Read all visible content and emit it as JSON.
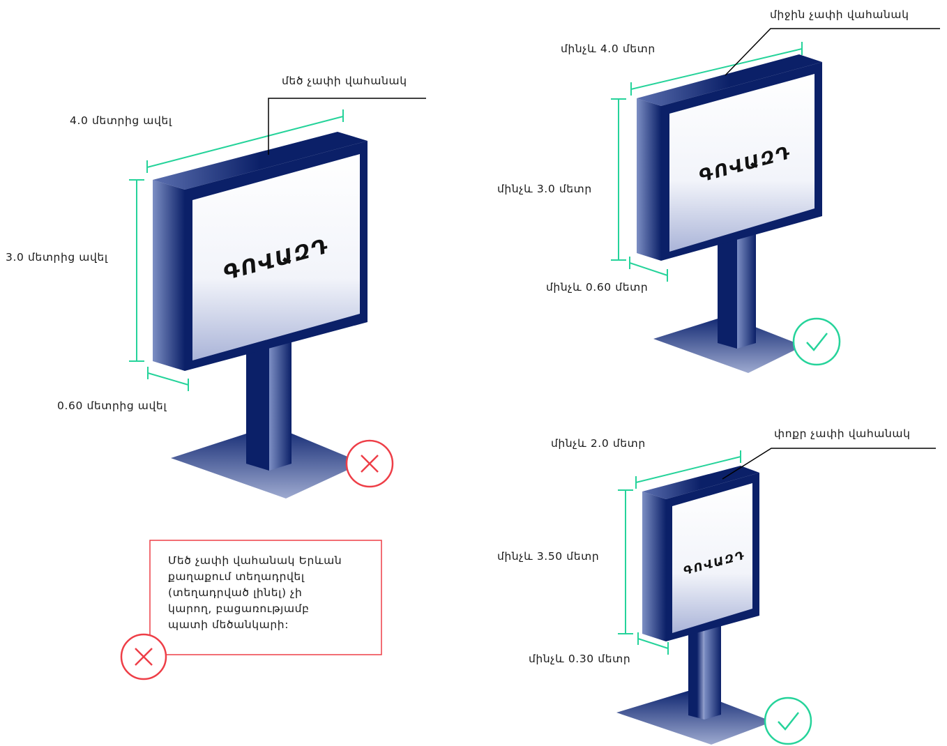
{
  "colors": {
    "sign_dark": "#0b2068",
    "sign_light": "#7d8fc4",
    "dimension_line": "#25d39a",
    "allowed": "#25d39a",
    "forbidden": "#ee3e47",
    "pointer_line": "#000000"
  },
  "large_sign": {
    "name": "մեծ չափի վահանակ",
    "width": "4.0 մետրից ավել",
    "height": "3.0 մետրից ավել",
    "depth": "0.60 մետրից ավել",
    "screen_text": "ԳՈՎԱԶԴ",
    "status_icon": "cross-icon"
  },
  "medium_sign": {
    "name": "միջին չափի վահանակ",
    "width": "մինչև 4.0 մետր",
    "height": "մինչև 3.0 մետր",
    "depth": "մինչև 0.60 մետր",
    "screen_text": "ԳՈՎԱԶԴ",
    "status_icon": "check-icon"
  },
  "small_sign": {
    "name": "փոքր չափի վահանակ",
    "width": "մինչև 2.0 մետր",
    "height": "մինչև 3.50 մետր",
    "depth": "մինչև 0.30 մետր",
    "screen_text": "ԳՈՎԱԶԴ",
    "status_icon": "check-icon"
  },
  "note": {
    "lines": [
      "Մեծ չափի վահանակ Երևան",
      "քաղաքում տեղադրվել",
      "(տեղադրված լինել) չի",
      "կարող, բացառությամբ",
      "պատի մեծանկարի:"
    ],
    "status_icon": "cross-icon"
  }
}
